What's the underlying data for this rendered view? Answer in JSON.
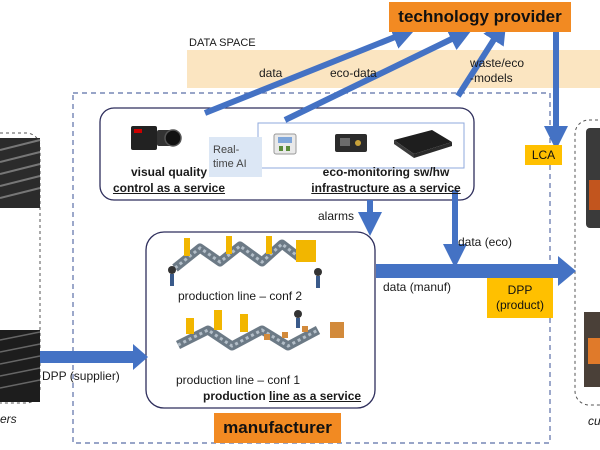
{
  "title": "technology provider",
  "data_space": "DATA SPACE",
  "waste_models": [
    "waste/eco",
    "-models"
  ],
  "arrows": {
    "data": "data",
    "eco_data": "eco-data",
    "alarms": "alarms",
    "data_eco": "data (eco)",
    "data_manuf": "data (manuf)",
    "dpp_supplier": "DPP (supplier)"
  },
  "lca": "LCA",
  "realtime_ai": [
    "Real-",
    "time AI"
  ],
  "visual_quality": [
    "visual quality",
    "control as a service"
  ],
  "eco_monitoring": [
    "eco-monitoring sw/hw",
    "infrastructure as a service"
  ],
  "production_lines": {
    "conf2": "production line – conf 2",
    "conf1": "production line – conf 1",
    "service_bold": "production",
    "service_ul": "line as a service"
  },
  "dpp_product": [
    "DPP",
    "(product)"
  ],
  "manufacturer": "manufacturer",
  "left_caption": "ers",
  "right_caption": "cu"
}
